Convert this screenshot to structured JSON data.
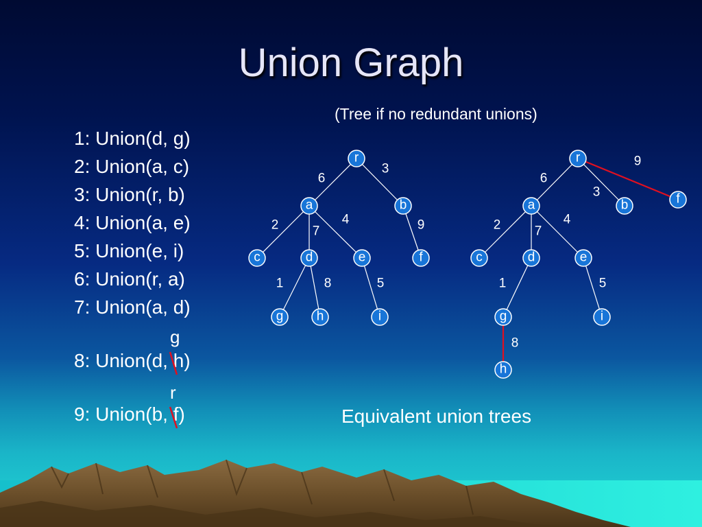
{
  "slide": {
    "title": "Union Graph",
    "subtitle": "(Tree if no redundant unions)",
    "caption": "Equivalent union trees"
  },
  "union_list": [
    "1: Union(d, g)",
    "2: Union(a, c)",
    "3: Union(r, b)",
    "4: Union(a, e)",
    "5: Union(e, i)",
    "6: Union(r, a)",
    "7: Union(a, d)",
    "8: Union(d, h)",
    "9: Union(b, f)"
  ],
  "substitutions": [
    {
      "letter": "g"
    },
    {
      "letter": "r"
    }
  ],
  "trees": [
    {
      "nodes": [
        "r",
        "a",
        "b",
        "c",
        "d",
        "e",
        "f",
        "g",
        "h",
        "i"
      ],
      "edges": [
        {
          "from": "r",
          "to": "a",
          "weight": "6",
          "highlight": false
        },
        {
          "from": "r",
          "to": "b",
          "weight": "3",
          "highlight": false
        },
        {
          "from": "a",
          "to": "c",
          "weight": "2",
          "highlight": false
        },
        {
          "from": "a",
          "to": "d",
          "weight": "7",
          "highlight": false
        },
        {
          "from": "a",
          "to": "e",
          "weight": "4",
          "highlight": false
        },
        {
          "from": "b",
          "to": "f",
          "weight": "9",
          "highlight": false
        },
        {
          "from": "d",
          "to": "g",
          "weight": "1",
          "highlight": false
        },
        {
          "from": "d",
          "to": "h",
          "weight": "8",
          "highlight": false
        },
        {
          "from": "e",
          "to": "i",
          "weight": "5",
          "highlight": false
        }
      ]
    },
    {
      "nodes": [
        "r",
        "a",
        "b",
        "f",
        "c",
        "d",
        "e",
        "g",
        "i",
        "h"
      ],
      "edges": [
        {
          "from": "r",
          "to": "a",
          "weight": "6",
          "highlight": false
        },
        {
          "from": "r",
          "to": "b",
          "weight": "3",
          "highlight": false
        },
        {
          "from": "r",
          "to": "f",
          "weight": "9",
          "highlight": true
        },
        {
          "from": "a",
          "to": "c",
          "weight": "2",
          "highlight": false
        },
        {
          "from": "a",
          "to": "d",
          "weight": "7",
          "highlight": false
        },
        {
          "from": "a",
          "to": "e",
          "weight": "4",
          "highlight": false
        },
        {
          "from": "d",
          "to": "g",
          "weight": "1",
          "highlight": false
        },
        {
          "from": "e",
          "to": "i",
          "weight": "5",
          "highlight": false
        },
        {
          "from": "g",
          "to": "h",
          "weight": "8",
          "highlight": true
        }
      ]
    }
  ],
  "colors": {
    "node_fill": "#1875d8",
    "edge": "#ffffff",
    "highlight_edge": "#e01020"
  }
}
